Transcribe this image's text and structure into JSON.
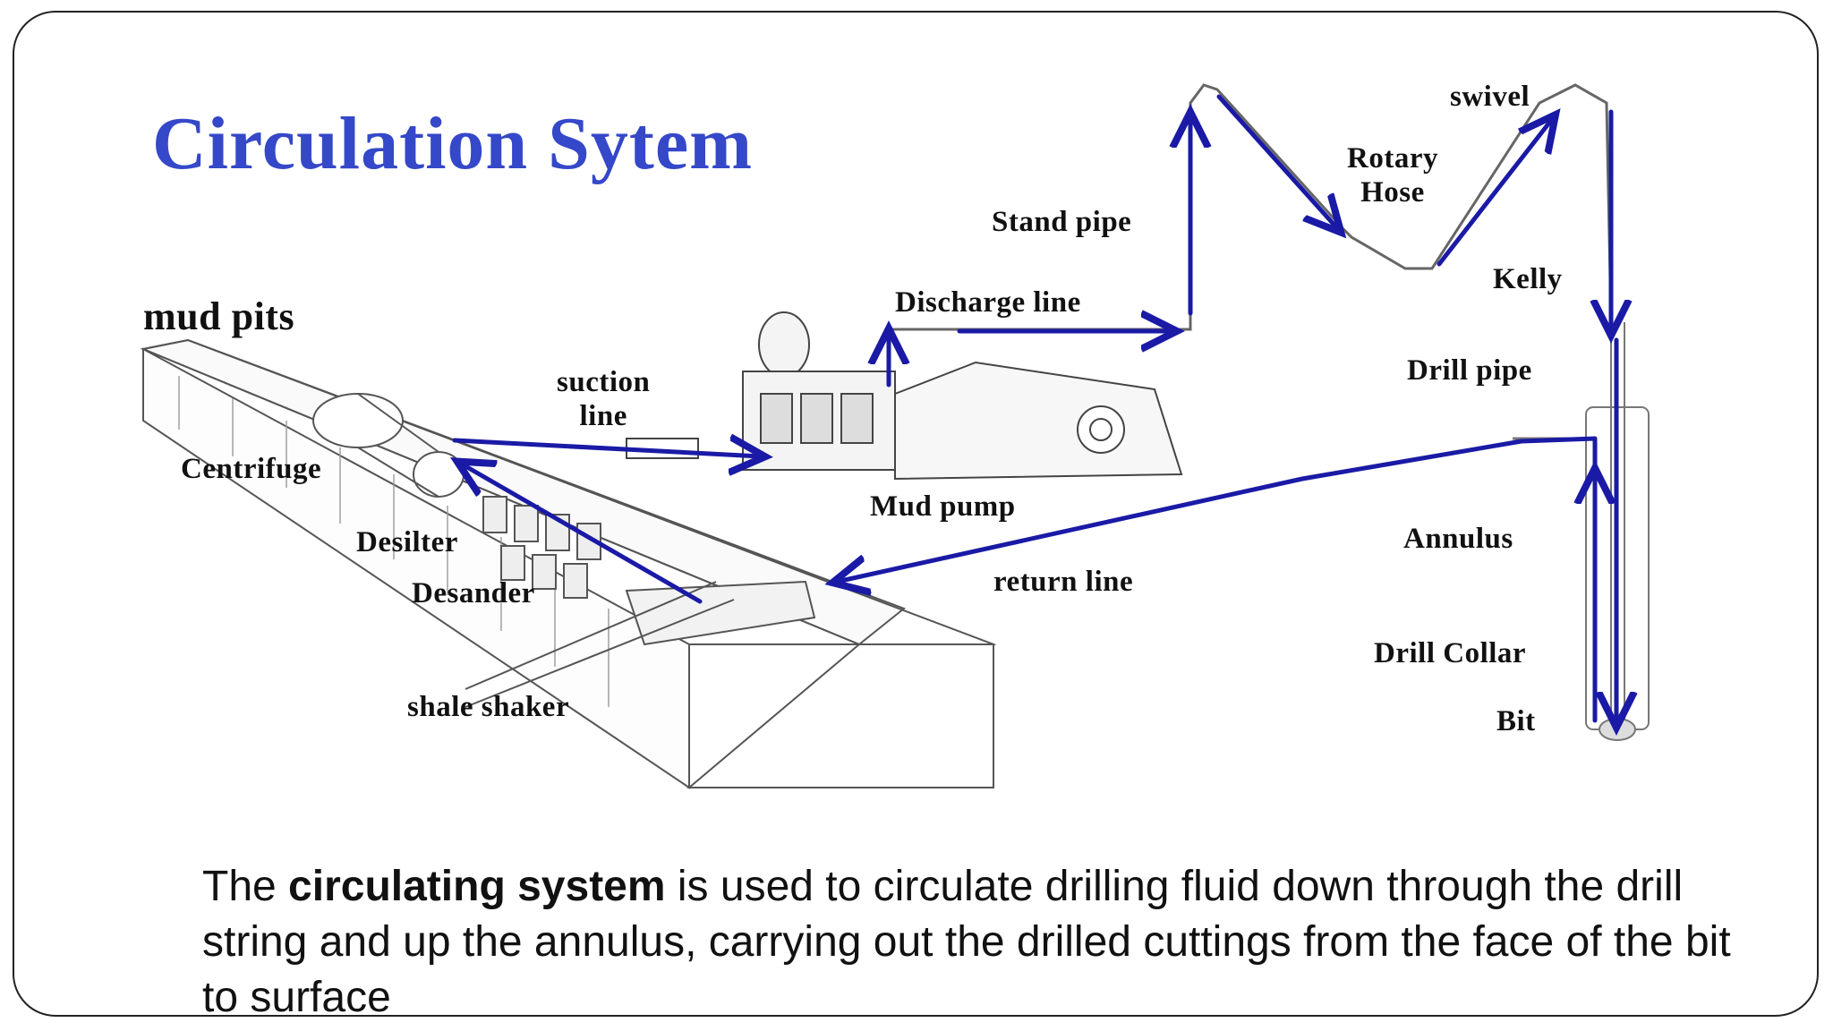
{
  "title": "Circulation Sytem",
  "labels": {
    "mud_pits": "mud pits",
    "suction_line": [
      "suction",
      "line"
    ],
    "centrifuge": "Centrifuge",
    "desilter": "Desilter",
    "desander": "Desander",
    "shale_shaker": "shale shaker",
    "mud_pump": "Mud pump",
    "discharge_line": "Discharge line",
    "stand_pipe": "Stand pipe",
    "rotary_hose": [
      "Rotary",
      "Hose"
    ],
    "swivel": "swivel",
    "kelly": "Kelly",
    "drill_pipe": "Drill pipe",
    "annulus": "Annulus",
    "drill_collar": "Drill Collar",
    "bit": "Bit",
    "return_line": "return line"
  },
  "caption": {
    "pre": "The ",
    "bold": "circulating system",
    "post": " is used to circulate drilling fluid down through the drill string and up the annulus, carrying out the drilled cuttings from the face of the bit to surface"
  },
  "colors": {
    "title": "#3548c9",
    "arrow": "#1a1aa6",
    "equipment": "#555555"
  }
}
